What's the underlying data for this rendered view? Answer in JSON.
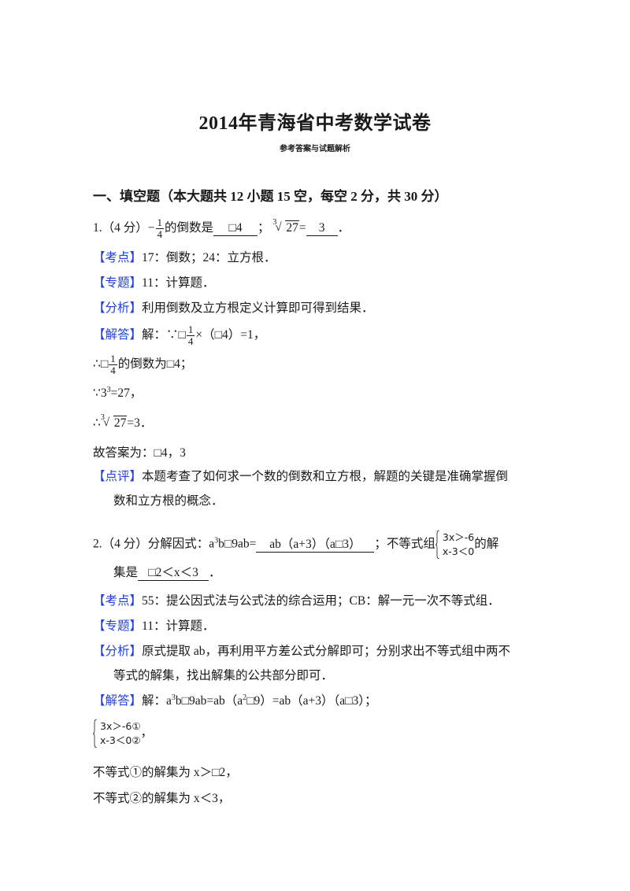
{
  "document": {
    "title": "2014年青海省中考数学试卷",
    "subtitle": "参考答案与试题解析",
    "section_heading": "一、填空题（本大题共 12 小题 15 空，每空 2 分，共 30 分）"
  },
  "q1": {
    "prefix": "1.（4 分）",
    "neg_sign": "−",
    "frac_num": "1",
    "frac_den": "4",
    "text_after_frac": "的倒数是",
    "blank1": "□4",
    "sep": "；",
    "root_index": "3",
    "root_symbol": "√",
    "radicand": "27",
    "equals": "=",
    "blank2": "3",
    "end": "．",
    "kaodian_tag": "【考点】",
    "kaodian_text": "17：倒数；24：立方根．",
    "zhuanti_tag": "【专题】",
    "zhuanti_text": "11：计算题．",
    "fenxi_tag": "【分析】",
    "fenxi_text": "利用倒数及立方根定义计算即可得到结果．",
    "jieda_tag": "【解答】",
    "jieda_line1_pre": "解：∵□",
    "jieda_line1_post": "×（□4）=1，",
    "line2_pre": "∴□",
    "line2_post": "的倒数为□4；",
    "line3_pre": "∵3",
    "line3_sup": "3",
    "line3_post": "=27，",
    "line4_pre": "∴",
    "line4_post": "=3．",
    "answer_line": "故答案为：□4，3",
    "dianping_tag": "【点评】",
    "dianping_text": "本题考查了如何求一个数的倒数和立方根，解题的关键是准确掌握倒",
    "dianping_cont": "数和立方根的概念．"
  },
  "q2": {
    "prefix": "2.（4 分）分解因式：a",
    "sup": "3",
    "expr_post": "b□9ab=",
    "blank1": "ab（a+3）（a□3）",
    "mid": "；不等式组",
    "system_row1": "3x＞-6",
    "system_row2": "x-3＜0",
    "after_system": "的解",
    "cont_pre": "集是",
    "blank2": "□2＜x＜3",
    "end": "．",
    "kaodian_tag": "【考点】",
    "kaodian_text": "55：提公因式法与公式法的综合运用；CB：解一元一次不等式组．",
    "zhuanti_tag": "【专题】",
    "zhuanti_text": "11：计算题．",
    "fenxi_tag": "【分析】",
    "fenxi_text": "原式提取 ab，再利用平方差公式分解即可；分别求出不等式组中两不",
    "fenxi_cont": "等式的解集，找出解集的公共部分即可．",
    "jieda_tag": "【解答】",
    "jieda_pre": "解：a",
    "jieda_sup1": "3",
    "jieda_mid1": "b□9ab=ab（a",
    "jieda_sup2": "2",
    "jieda_post": "□9）=ab（a+3）（a□3）；",
    "sys_row1": "3x＞-6①",
    "sys_row2": "x-3＜0②",
    "sys_end": "，",
    "ineq1": "不等式①的解集为 x＞□2，",
    "ineq2": "不等式②的解集为 x＜3，"
  },
  "colors": {
    "tag_blue": "#1f3fd6",
    "text": "#1a1a1a"
  }
}
